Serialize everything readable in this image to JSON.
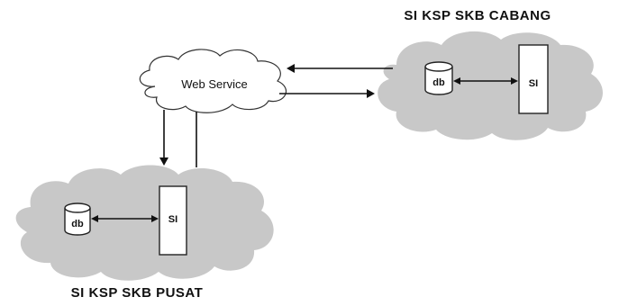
{
  "nodes": {
    "web_service": {
      "label": "Web Service"
    },
    "cabang": {
      "title": "SI KSP SKB CABANG",
      "db_label": "db",
      "si_label": "SI"
    },
    "pusat": {
      "title": "SI KSP SKB PUSAT",
      "db_label": "db",
      "si_label": "SI"
    }
  },
  "colors": {
    "cloud_fill": "#c8c8c8",
    "web_service_fill": "#ffffff",
    "line": "#111111"
  }
}
